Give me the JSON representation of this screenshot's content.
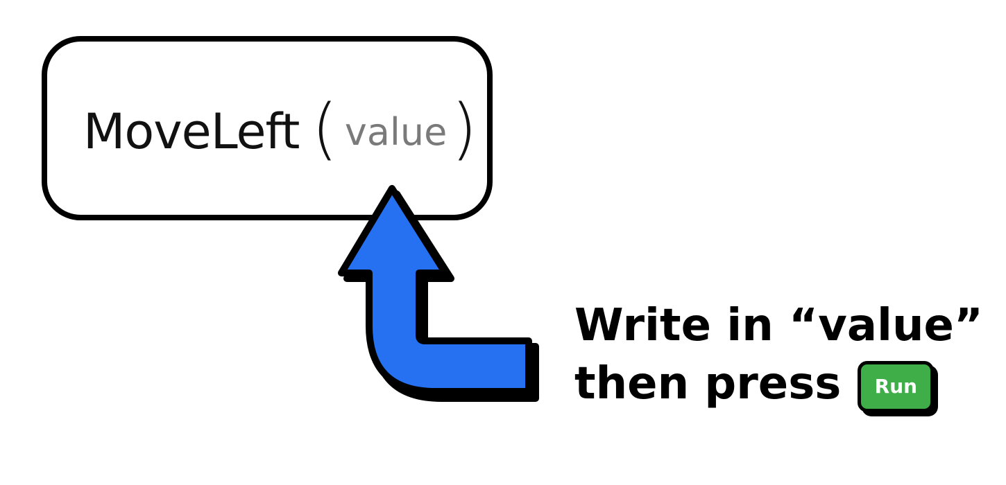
{
  "code_block": {
    "function_name": "MoveLeft",
    "open_paren": "(",
    "parameter_placeholder": "value",
    "close_paren": ")"
  },
  "instruction": {
    "line1": "Write in “value”",
    "line2": "then press"
  },
  "run_button": {
    "label": "Run",
    "color": "#3fae49"
  },
  "arrow": {
    "icon": "curved-up-arrow-icon",
    "color": "#2670f2"
  }
}
